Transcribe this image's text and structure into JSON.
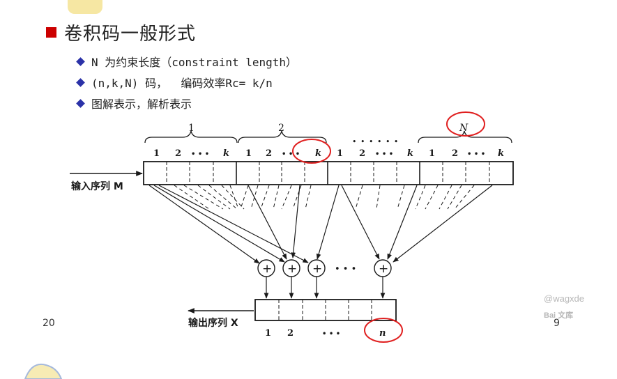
{
  "slide": {
    "title": "卷积码一般形式",
    "bullets": [
      "N 为约束长度（constraint length）",
      "(n,k,N) 码，  编码效率Rc= k/n",
      "图解表示，解析表示"
    ],
    "footer_left": "20",
    "page_number": "9"
  },
  "diagram": {
    "group_labels": [
      "1",
      "2",
      "• • • • • •",
      "N"
    ],
    "cell_labels": [
      "1",
      "2",
      "• • •",
      "k"
    ],
    "input_label": "输入序列 M",
    "output_label": "输出序列 X",
    "output_index_labels": [
      "1",
      "2",
      "• • •",
      "n"
    ],
    "adder_symbol": "+",
    "adder_ellipsis": "• • •"
  },
  "watermark": {
    "user": "@wagxde",
    "brand": "Bai 文库"
  },
  "colors": {
    "title_bullet": "#cc0000",
    "list_diamond": "#2b32a8",
    "highlight_circle": "#e02020",
    "diagram_ink": "#1a1a1a"
  }
}
